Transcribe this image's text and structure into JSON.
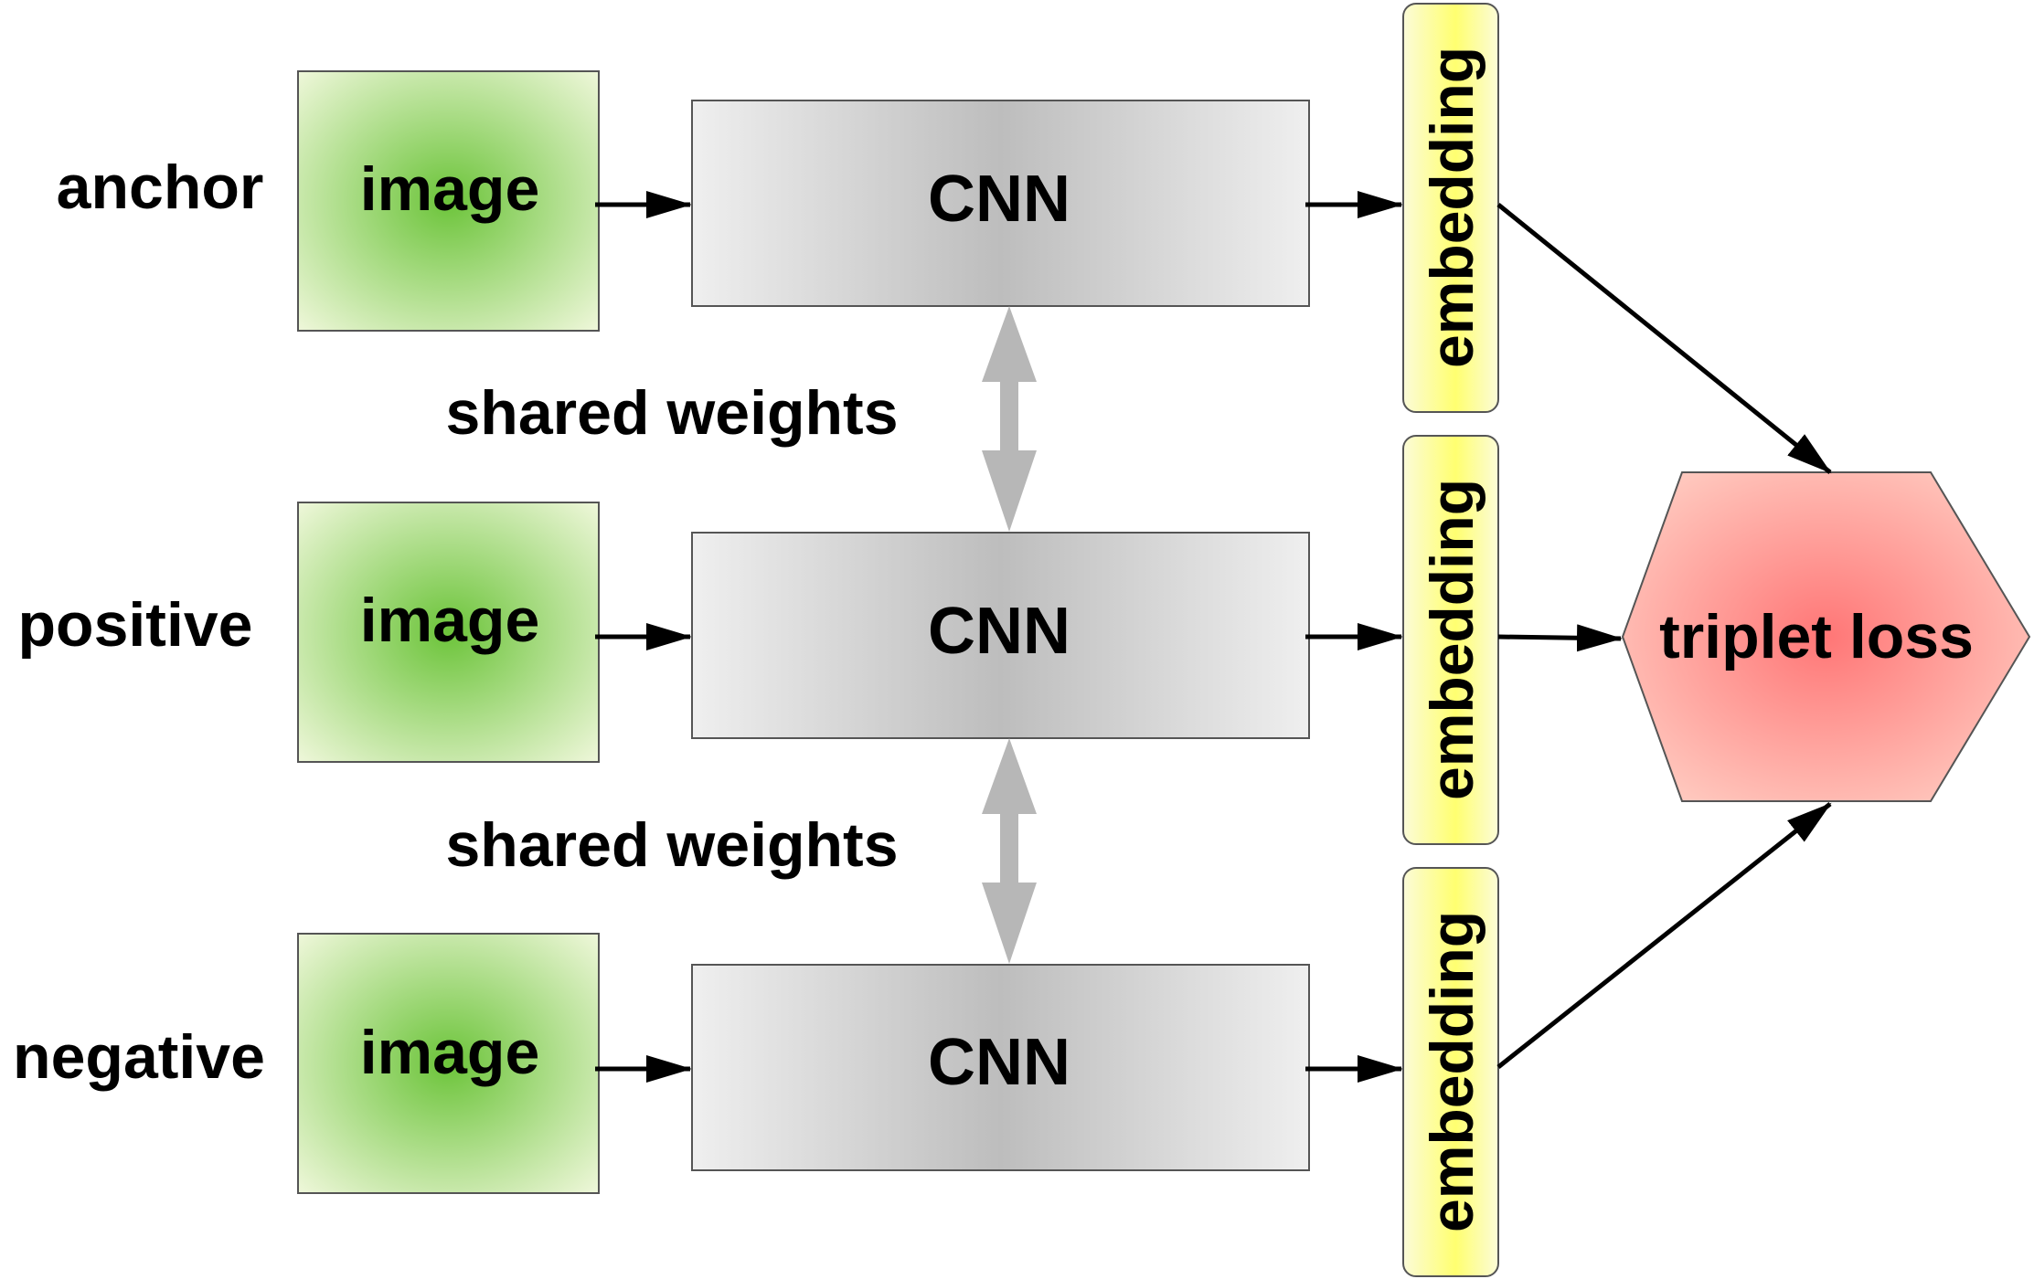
{
  "rows": [
    {
      "label": "anchor",
      "input": "image",
      "network": "CNN",
      "output": "embedding"
    },
    {
      "label": "positive",
      "input": "image",
      "network": "CNN",
      "output": "embedding"
    },
    {
      "label": "negative",
      "input": "image",
      "network": "CNN",
      "output": "embedding"
    }
  ],
  "shared": [
    "shared weights",
    "shared weights"
  ],
  "loss": "triplet loss",
  "colors": {
    "image_center": "#6cc43a",
    "image_edge": "#e6f4c9",
    "cnn_center": "#bdbdbd",
    "cnn_edge": "#efefef",
    "embedding_center": "#ffff77",
    "embedding_edge": "#fbfbd6",
    "loss_center": "#ff7a7a",
    "loss_edge": "#ffc2b8",
    "shared_arrow": "#b7b7b7",
    "stroke": "#000000"
  }
}
